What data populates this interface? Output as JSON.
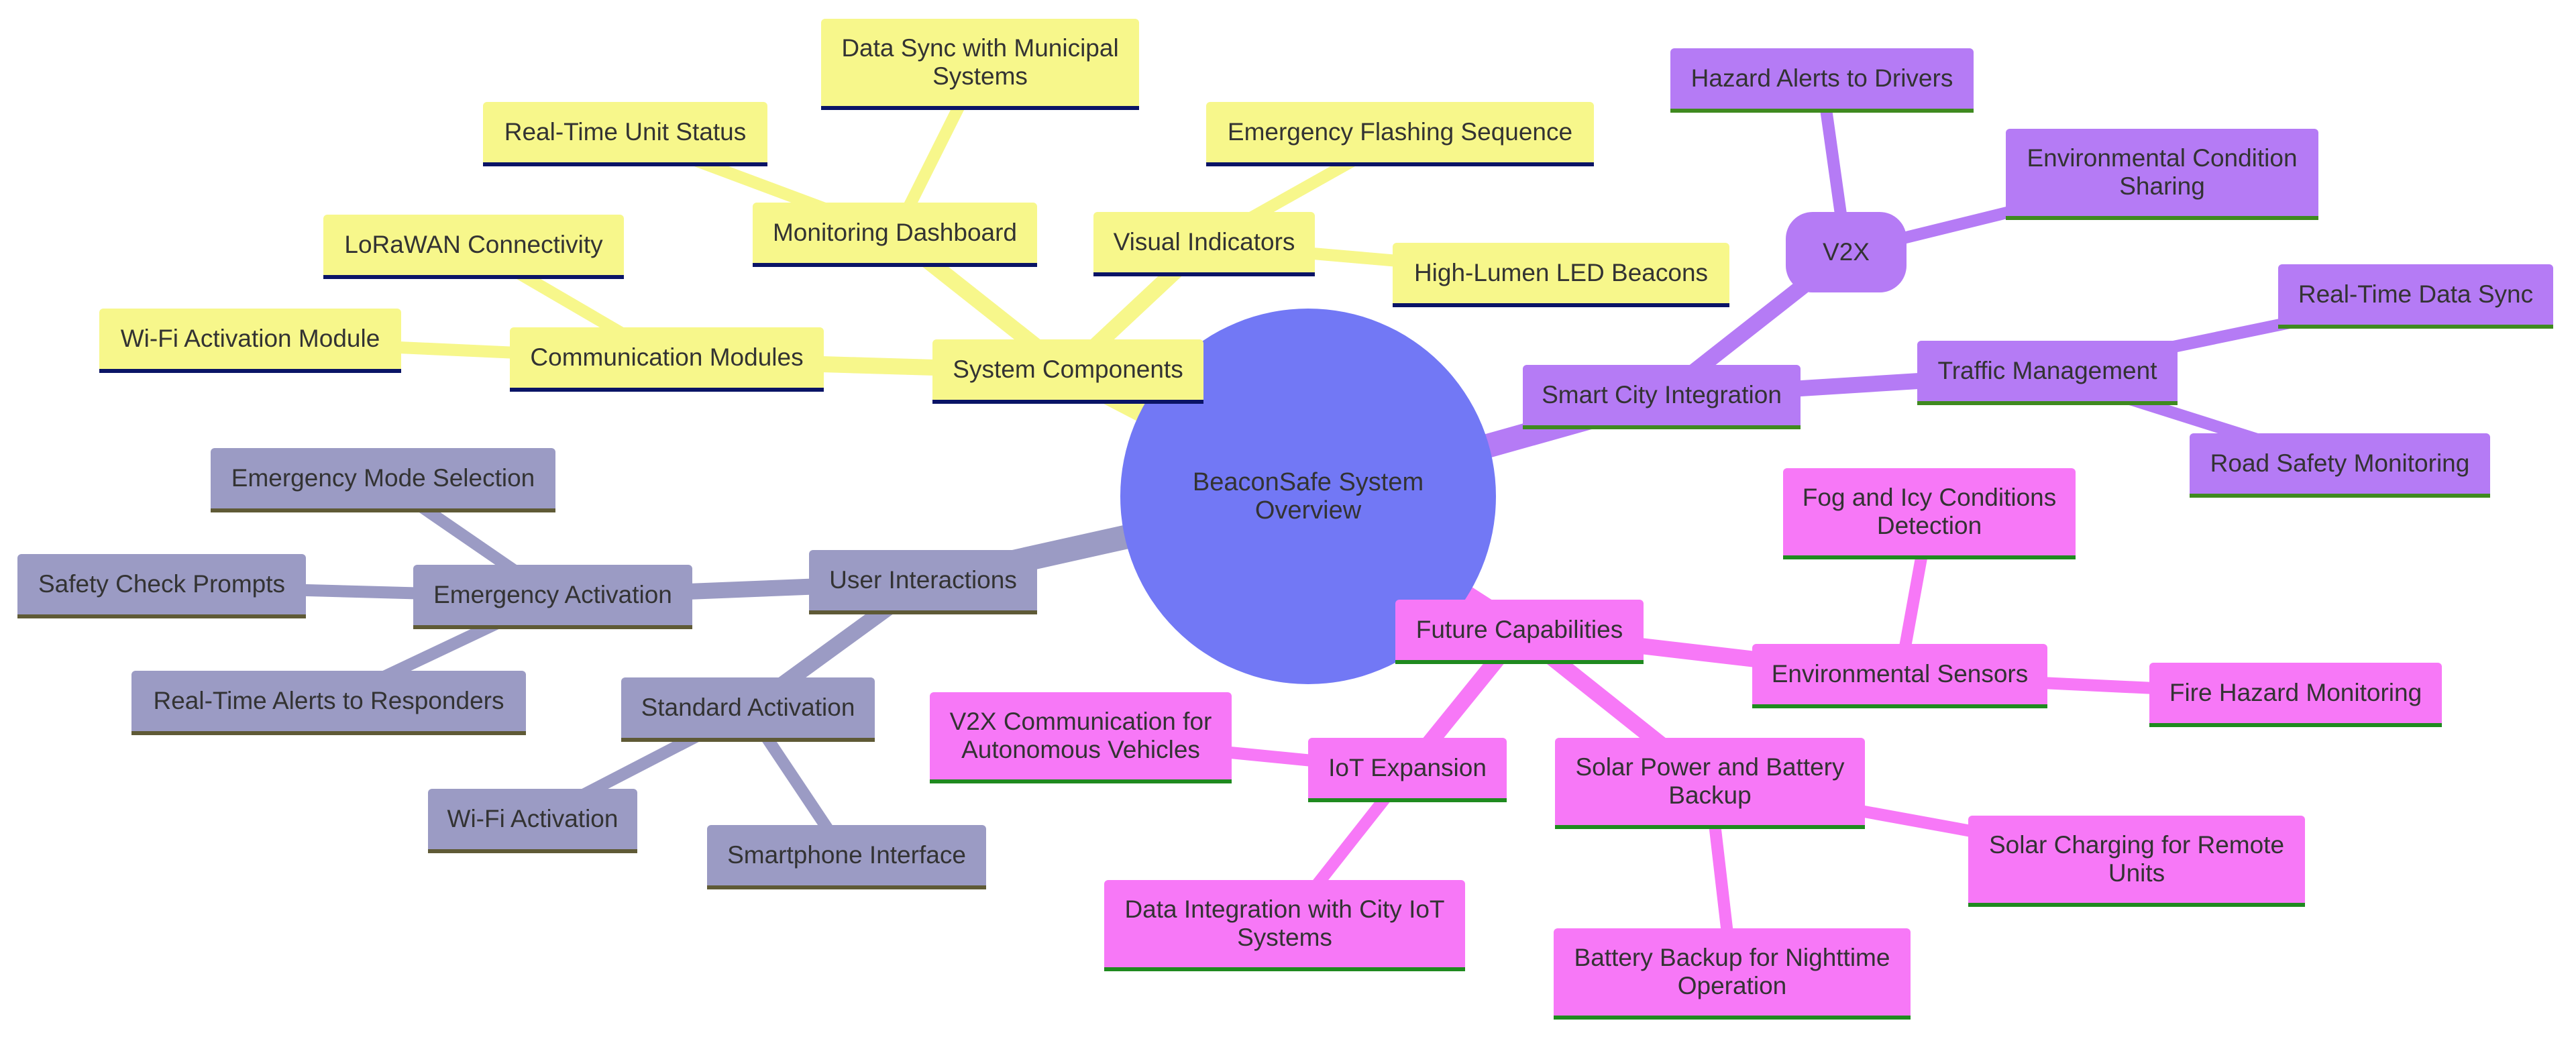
{
  "root": "BeaconSafe System Overview",
  "colors": {
    "root": "#7278f5",
    "system_components": "#f7f78b",
    "smart_city": "#b57bf5",
    "user_interactions": "#9b9bc4",
    "future_capabilities": "#f778f7"
  },
  "system_components": {
    "label": "System Components",
    "communication_modules": {
      "label": "Communication Modules",
      "children": [
        "LoRaWAN Connectivity",
        "Wi-Fi Activation Module"
      ]
    },
    "monitoring_dashboard": {
      "label": "Monitoring Dashboard",
      "children": [
        "Real-Time Unit Status",
        "Data Sync with Municipal Systems"
      ]
    },
    "visual_indicators": {
      "label": "Visual Indicators",
      "children": [
        "Emergency Flashing Sequence",
        "High-Lumen LED Beacons"
      ]
    }
  },
  "smart_city_integration": {
    "label": "Smart City Integration",
    "v2x": {
      "label": "V2X",
      "children": [
        "Hazard Alerts to Drivers",
        "Environmental Condition Sharing"
      ]
    },
    "traffic_management": {
      "label": "Traffic Management",
      "children": [
        "Real-Time Data Sync",
        "Road Safety Monitoring"
      ]
    }
  },
  "user_interactions": {
    "label": "User Interactions",
    "emergency_activation": {
      "label": "Emergency Activation",
      "children": [
        "Emergency Mode Selection",
        "Safety Check Prompts",
        "Real-Time Alerts to Responders"
      ]
    },
    "standard_activation": {
      "label": "Standard Activation",
      "children": [
        "Wi-Fi Activation",
        "Smartphone Interface"
      ]
    }
  },
  "future_capabilities": {
    "label": "Future Capabilities",
    "environmental_sensors": {
      "label": "Environmental Sensors",
      "children": [
        "Fog and Icy Conditions Detection",
        "Fire Hazard Monitoring"
      ]
    },
    "iot_expansion": {
      "label": "IoT Expansion",
      "children": [
        "V2X Communication for Autonomous Vehicles",
        "Data Integration with City IoT Systems"
      ]
    },
    "solar_power": {
      "label": "Solar Power and Battery Backup",
      "children": [
        "Solar Charging for Remote Units",
        "Battery Backup for Nighttime Operation"
      ]
    }
  }
}
